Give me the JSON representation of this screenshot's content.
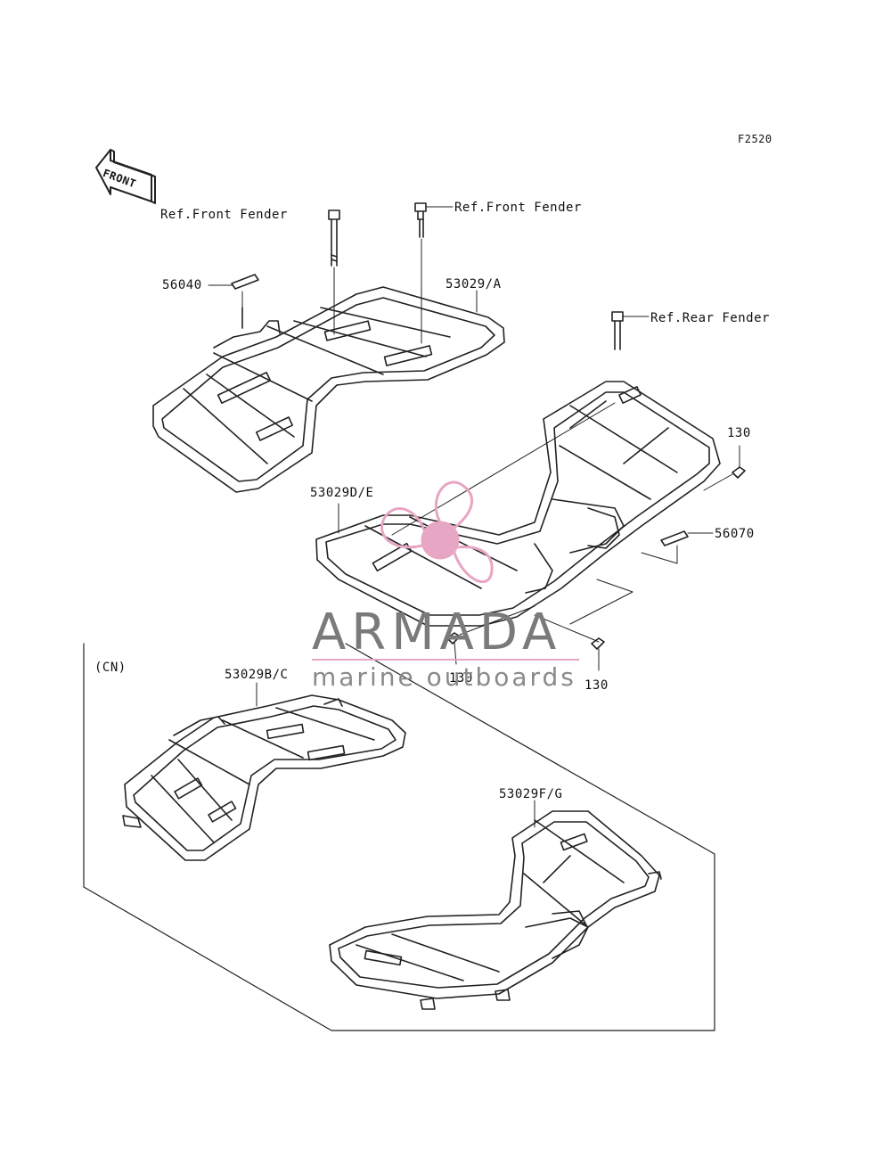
{
  "diagram_code": "F2520",
  "front_arrow_text": "FRONT",
  "labels": {
    "ref_front_fender_left": "Ref.Front Fender",
    "ref_front_fender_right": "Ref.Front Fender",
    "ref_rear_fender": "Ref.Rear Fender",
    "part_56040": "56040",
    "part_53029_a": "53029/A",
    "part_130_right": "130",
    "part_53029_de": "53029D/E",
    "part_56070": "56070",
    "part_130_bottom_left": "130",
    "part_130_bottom_right": "130",
    "cn_group": "(CN)",
    "part_53029_bc": "53029B/C",
    "part_53029_fg": "53029F/G"
  },
  "watermark": {
    "title": "ARMADA",
    "subtitle": "marine outboards",
    "accent_color": "#e7a6c3",
    "text_color": "#7a7a7a"
  },
  "colors": {
    "line": "#222222",
    "background": "#ffffff"
  }
}
